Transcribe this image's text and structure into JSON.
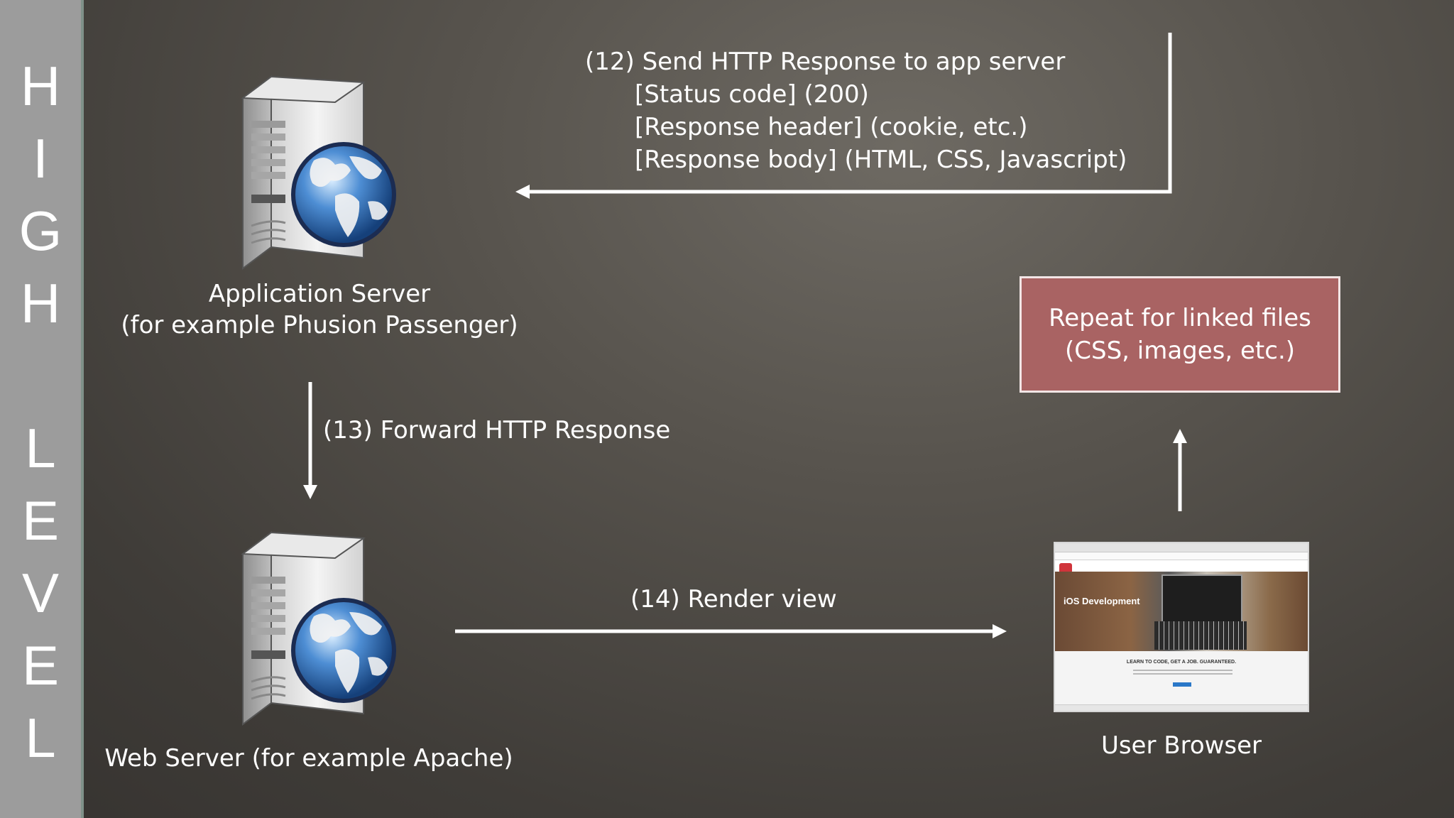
{
  "sidebar": {
    "letters": [
      "H",
      "I",
      "G",
      "H",
      "L",
      "E",
      "V",
      "E",
      "L"
    ]
  },
  "app_server": {
    "icon": "server-globe-icon",
    "label_line1": "Application Server",
    "label_line2": "(for example Phusion Passenger)"
  },
  "web_server": {
    "icon": "server-globe-icon",
    "label": "Web Server (for example Apache)"
  },
  "user_browser": {
    "label": "User Browser",
    "screenshot": {
      "hero_title": "iOS Development",
      "tagline": "LEARN TO CODE, GET A JOB. GUARANTEED."
    }
  },
  "step12": {
    "title": "(12) Send HTTP Response to app server",
    "items": [
      "[Status code] (200)",
      "[Response header] (cookie, etc.)",
      "[Response body] (HTML, CSS, Javascript)"
    ]
  },
  "step13": {
    "label": "(13) Forward HTTP Response"
  },
  "step14": {
    "label": "(14) Render view"
  },
  "repeat_box": {
    "line1": "Repeat for linked files",
    "line2": "(CSS, images, etc.)",
    "color": "#a96363"
  }
}
